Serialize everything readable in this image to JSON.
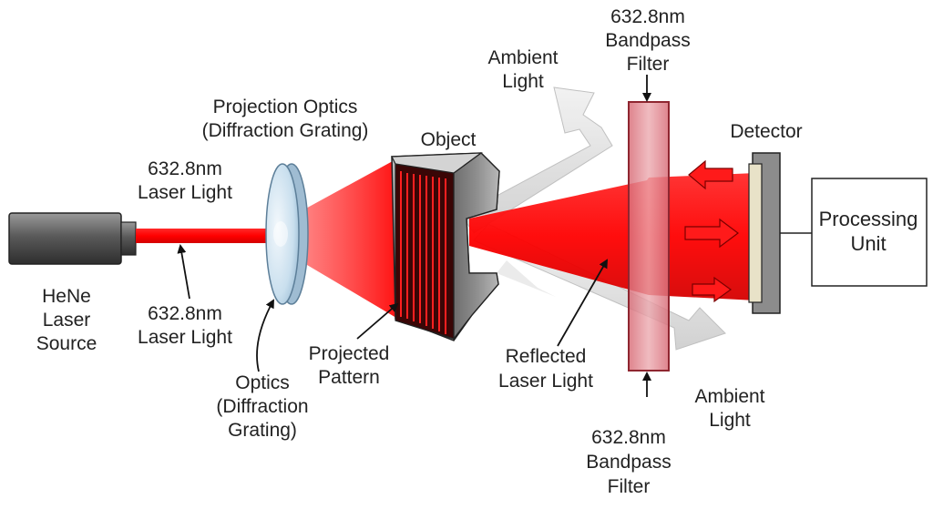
{
  "colors": {
    "laser_red": "#ff0000",
    "laser_dark": "#c40000",
    "filter_fill": "#e48a92",
    "filter_stroke": "#a03038",
    "lens_fill": "#cfe2ef",
    "ambient_fill": "#e8e8e8",
    "body_dark": "#555555"
  },
  "labels": {
    "laser_top_1": "632.8nm",
    "laser_top_2": "Laser Light",
    "laser_bottom_1": "632.8nm",
    "laser_bottom_2": "Laser Light",
    "source_1": "HeNe",
    "source_2": "Laser",
    "source_3": "Source",
    "projection_1": "Projection Optics",
    "projection_2": "(Diffraction Grating)",
    "optics_1": "Optics",
    "optics_2": "(Diffraction",
    "optics_3": "Grating)",
    "object": "Object",
    "pattern_1": "Projected",
    "pattern_2": "Pattern",
    "ambient_top_1": "Ambient",
    "ambient_top_2": "Light",
    "filter_top_1": "632.8nm",
    "filter_top_2": "Bandpass",
    "filter_top_3": "Filter",
    "reflected_1": "Reflected",
    "reflected_2": "Laser Light",
    "ambient_bottom_1": "Ambient",
    "ambient_bottom_2": "Light",
    "filter_bottom_1": "632.8nm",
    "filter_bottom_2": "Bandpass",
    "filter_bottom_3": "Filter",
    "detector": "Detector",
    "processing_1": "Processing",
    "processing_2": "Unit"
  }
}
